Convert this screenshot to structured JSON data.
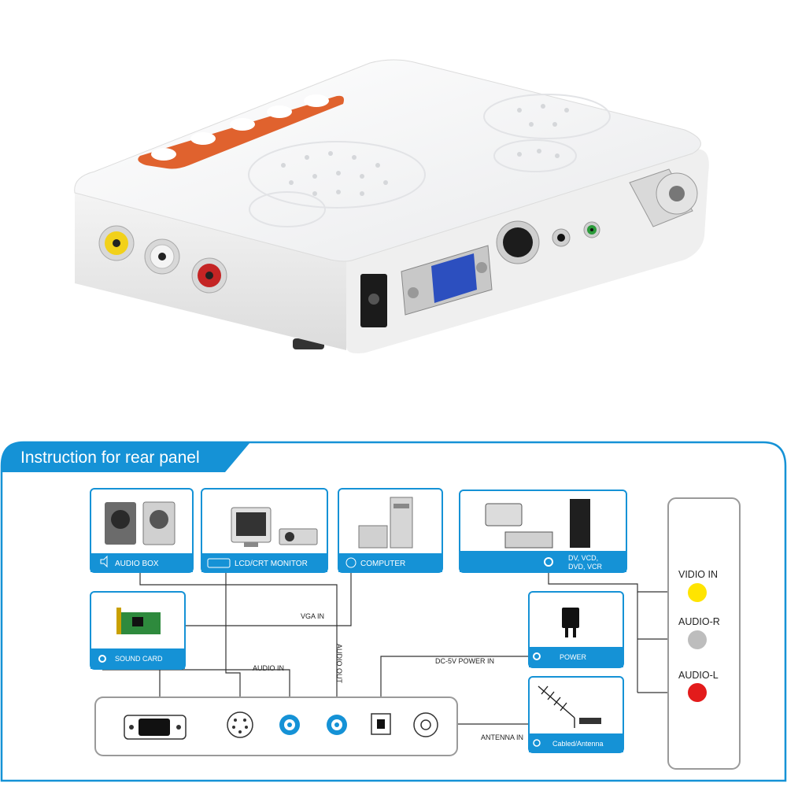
{
  "banner": {
    "title": "Instruction for rear panel"
  },
  "devices": {
    "audio_box": "AUDIO BOX",
    "monitor": "LCD/CRT MONITOR",
    "computer": "COMPUTER",
    "dv_line1": "DV, VCD,",
    "dv_line2": "DVD, VCR",
    "sound_card": "SOUND CARD",
    "power": "POWER",
    "antenna": "Cabled/Antenna"
  },
  "wires": {
    "vga_in": "VGA IN",
    "audio_out": "AUDIO OUT",
    "audio_in": "AUDIO IN",
    "dc_power_in": "DC-5V POWER IN",
    "antenna_in": "ANTENNA IN"
  },
  "side_panel": {
    "video_in": "VIDIO IN",
    "audio_r": "AUDIO-R",
    "audio_l": "AUDIO-L"
  },
  "colors": {
    "brand_blue": "#1592d6",
    "video_yellow": "#ffe400",
    "audio_r_gray": "#bdbdbd",
    "audio_l_red": "#e31b1b",
    "button_orange": "#e0622e"
  }
}
